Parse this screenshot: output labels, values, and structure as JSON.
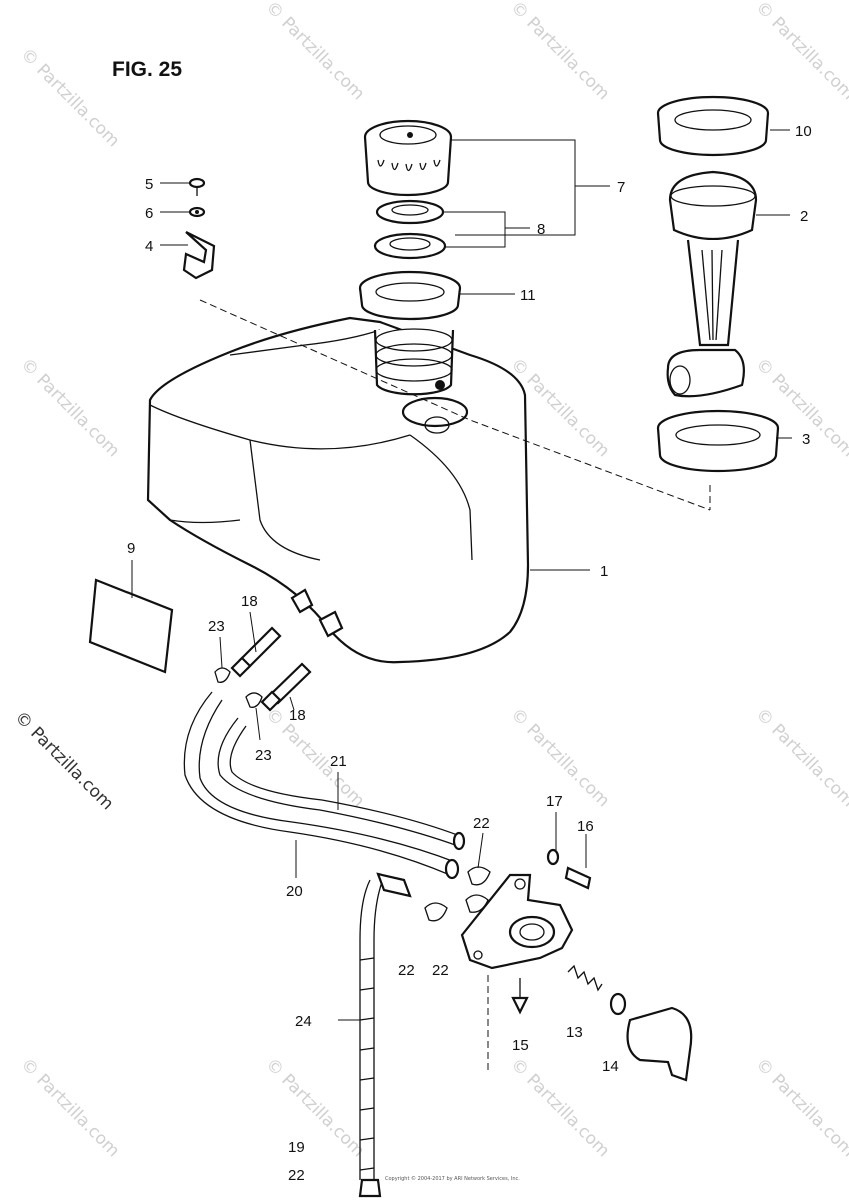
{
  "figure_title": "FIG. 25",
  "watermark": {
    "text": "© Partzilla.com"
  },
  "copyright_note": "Copyright © 2004-2017 by ARI Network Services, Inc.",
  "callouts": {
    "c1": "1",
    "c2": "2",
    "c3": "3",
    "c4": "4",
    "c5": "5",
    "c6": "6",
    "c7": "7",
    "c8": "8",
    "c9": "9",
    "c10": "10",
    "c11": "11",
    "c13": "13",
    "c14": "14",
    "c15": "15",
    "c16": "16",
    "c17": "17",
    "c18a": "18",
    "c18b": "18",
    "c19": "19",
    "c20": "20",
    "c21": "21",
    "c22a": "22",
    "c22b": "22",
    "c22c": "22",
    "c22d": "22",
    "c23a": "23",
    "c23b": "23",
    "c24": "24"
  }
}
